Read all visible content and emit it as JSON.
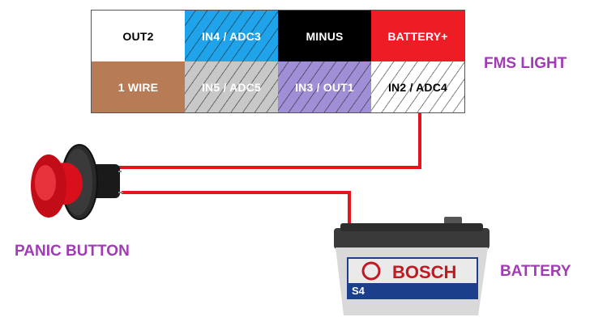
{
  "pins": [
    {
      "label": "OUT2",
      "bg": "#ffffff",
      "fg": "#000000",
      "hatched": false
    },
    {
      "label": "IN4 / ADC3",
      "bg": "#1fa3ea",
      "fg": "#ffffff",
      "hatched": true
    },
    {
      "label": "MINUS",
      "bg": "#000000",
      "fg": "#ffffff",
      "hatched": false
    },
    {
      "label": "BATTERY+",
      "bg": "#ee1c24",
      "fg": "#ffffff",
      "hatched": false
    },
    {
      "label": "1 WIRE",
      "bg": "#b77b56",
      "fg": "#ffffff",
      "hatched": false
    },
    {
      "label": "IN5 / ADC5",
      "bg": "#c8c8c8",
      "fg": "#ffffff",
      "hatched": true
    },
    {
      "label": "IN3 / OUT1",
      "bg": "#a08fd6",
      "fg": "#ffffff",
      "hatched": true
    },
    {
      "label": "IN2 / ADC4",
      "bg": "#ffffff",
      "fg": "#000000",
      "hatched": true
    }
  ],
  "labels": {
    "fms_light": "FMS LIGHT",
    "panic_button": "PANIC BUTTON",
    "battery": "BATTERY"
  },
  "battery_brand": "BOSCH",
  "battery_model": "S4",
  "colors": {
    "label_purple": "#a03bb5",
    "wire_red": "#e8141c",
    "button_red": "#d9101c"
  }
}
